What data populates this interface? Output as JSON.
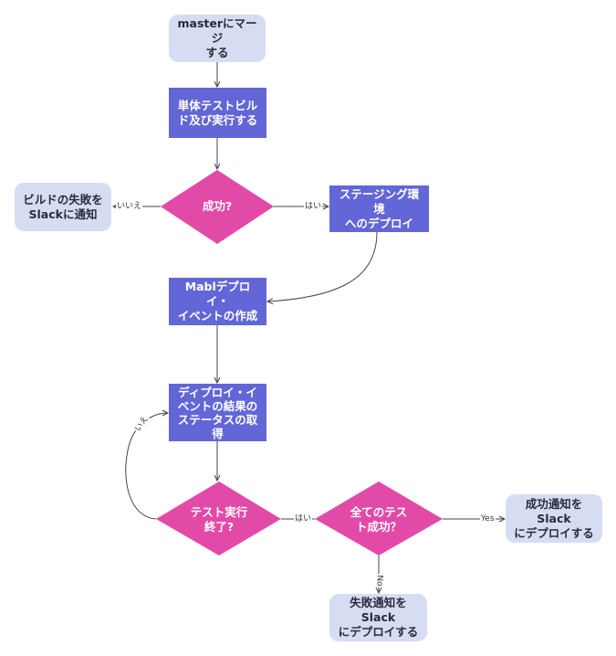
{
  "colors": {
    "terminal_fill": "#d6ddf3",
    "process_fill": "#6366d6",
    "decision_fill": "#e24aa8",
    "edge_stroke": "#444444"
  },
  "nodes": {
    "merge": {
      "type": "terminal",
      "label": "masterにマージ\nする"
    },
    "unit_test": {
      "type": "process",
      "label": "単体テストビル\nド及び実行する"
    },
    "success_q": {
      "type": "decision",
      "label": "成功?"
    },
    "build_fail_notify": {
      "type": "terminal",
      "label": "ビルドの失敗を\nSlackに通知"
    },
    "staging_deploy": {
      "type": "process",
      "label": "ステージング環境\nへのデプロイ"
    },
    "mabl_event": {
      "type": "process",
      "label": "Mablデプロイ・\nイベントの作成"
    },
    "event_status": {
      "type": "process",
      "label": "ディプロイ・イ\nベントの結果の\nステータスの取\n得"
    },
    "test_done_q": {
      "type": "decision",
      "label": "テスト実行\n終了?"
    },
    "all_pass_q": {
      "type": "decision",
      "label": "全てのテス\nト成功？"
    },
    "success_notify": {
      "type": "terminal",
      "label": "成功通知をSlack\nにデプロイする"
    },
    "fail_notify": {
      "type": "terminal",
      "label": "失敗通知をSlack\nにデプロイする"
    }
  },
  "edges": [
    {
      "from": "merge",
      "to": "unit_test",
      "label": ""
    },
    {
      "from": "unit_test",
      "to": "success_q",
      "label": ""
    },
    {
      "from": "success_q",
      "to": "build_fail_notify",
      "label": "いいえ"
    },
    {
      "from": "success_q",
      "to": "staging_deploy",
      "label": "はい"
    },
    {
      "from": "staging_deploy",
      "to": "mabl_event",
      "label": ""
    },
    {
      "from": "mabl_event",
      "to": "event_status",
      "label": ""
    },
    {
      "from": "event_status",
      "to": "test_done_q",
      "label": ""
    },
    {
      "from": "test_done_q",
      "to": "event_status",
      "label": "いえ"
    },
    {
      "from": "test_done_q",
      "to": "all_pass_q",
      "label": "はい"
    },
    {
      "from": "all_pass_q",
      "to": "success_notify",
      "label": "Yes"
    },
    {
      "from": "all_pass_q",
      "to": "fail_notify",
      "label": "No"
    }
  ]
}
